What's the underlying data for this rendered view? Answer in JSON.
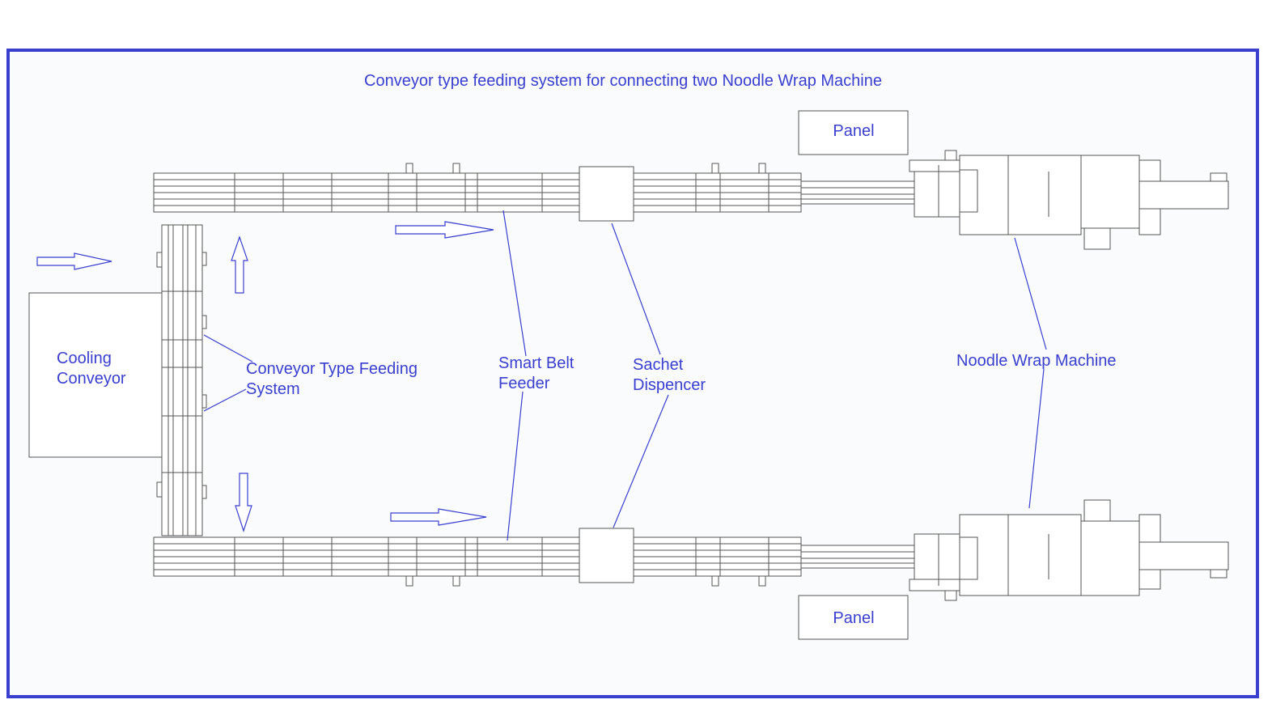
{
  "diagram": {
    "title": "Conveyor type feeding system for connecting two Noodle Wrap Machine",
    "labels": {
      "cooling_conveyor": [
        "Cooling",
        "Conveyor"
      ],
      "feeding_system": [
        "Conveyor Type Feeding",
        "System"
      ],
      "smart_belt_feeder": [
        "Smart Belt",
        "Feeder"
      ],
      "sachet_dispencer": [
        "Sachet",
        "Dispencer"
      ],
      "noodle_wrap_machine": "Noodle Wrap Machine",
      "panel_top": "Panel",
      "panel_bottom": "Panel"
    },
    "colors": {
      "frame": "#3a3fd0",
      "labels": "#3a3fd0",
      "drawing": "#555555"
    }
  }
}
